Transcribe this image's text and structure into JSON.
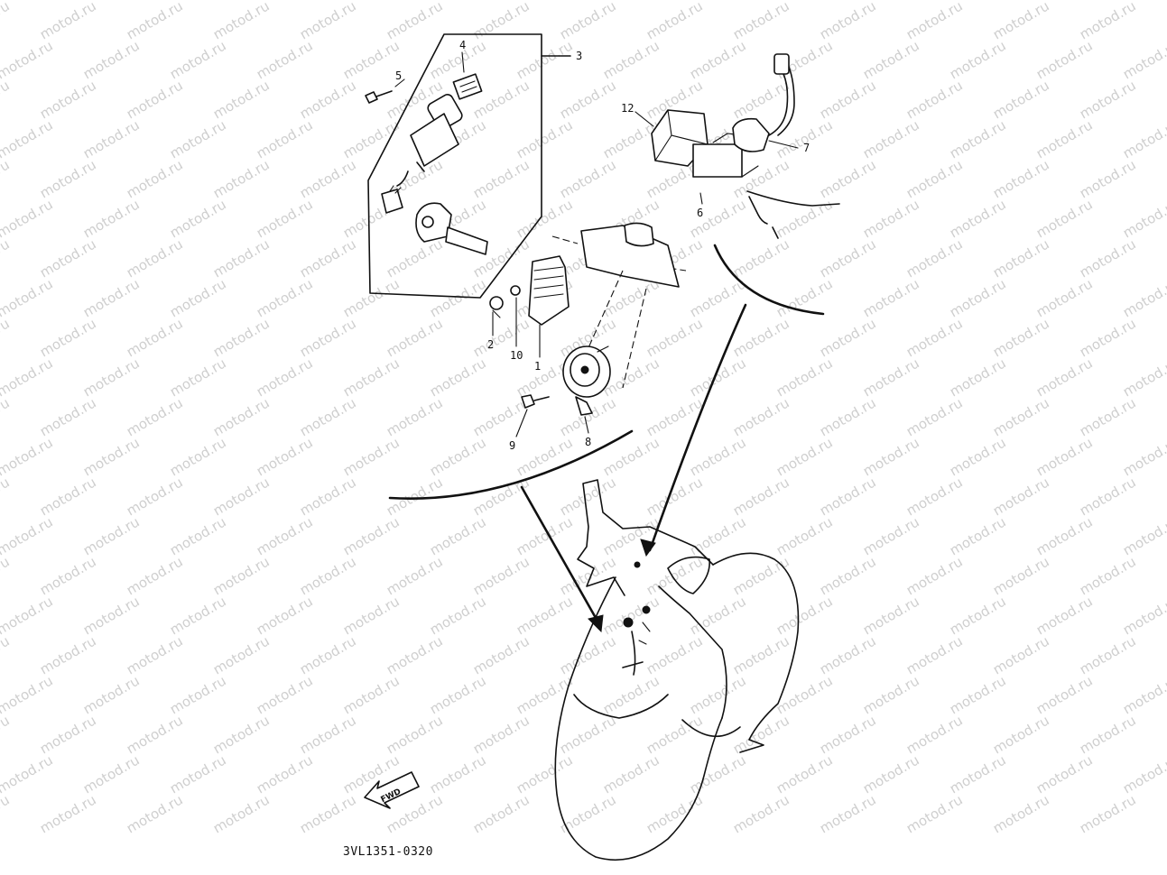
{
  "diagram": {
    "watermark": "motod.ru",
    "drawing_code": "3VL1351-0320",
    "direction_arrow_label": "FWD",
    "callouts": [
      "1",
      "2",
      "3",
      "4",
      "5",
      "6",
      "7",
      "8",
      "9",
      "10",
      "12"
    ]
  }
}
